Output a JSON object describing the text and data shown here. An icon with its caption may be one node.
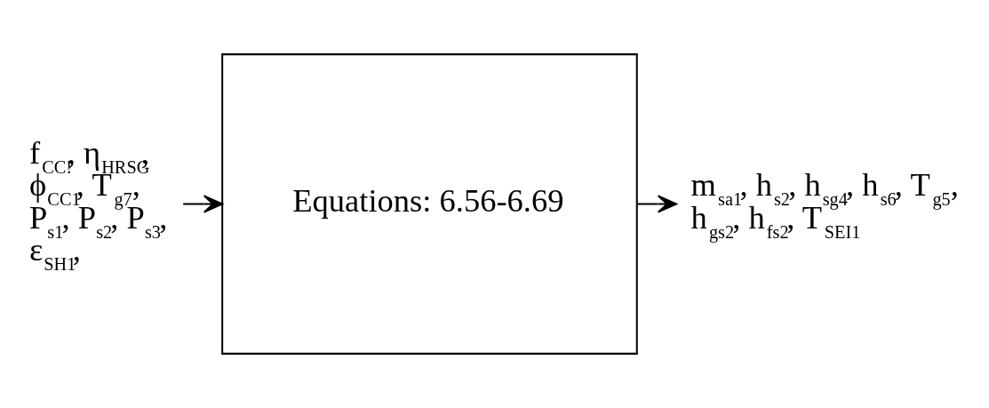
{
  "diagram": {
    "nodes": [
      {
        "text": [
          "f$_{CC!}$, η$_{HRSG}$, ϕ$_{CC1}$, T$_{g7}$, P$_{s1}$, P$_{s2}$, P$_{s3}$, ε$_{SH1}$,"
        ]
      },
      {
        "text": [
          "Equations: 6.56-6.69"
        ]
      },
      {
        "text": [
          "m$_{sa1}$, h$_{s2}$, h$_{sg4}$, h$_{s6}$, T$_{g5}$, h$_{gs2}$, h$_{fs2}$, T$_{SEI1}$"
        ]
      }
    ],
    "edges": [
      {
        "from": 0,
        "to": 1,
        "arrow": "to"
      },
      {
        "from": 1,
        "to": 2,
        "arrow": "to"
      }
    ]
  }
}
